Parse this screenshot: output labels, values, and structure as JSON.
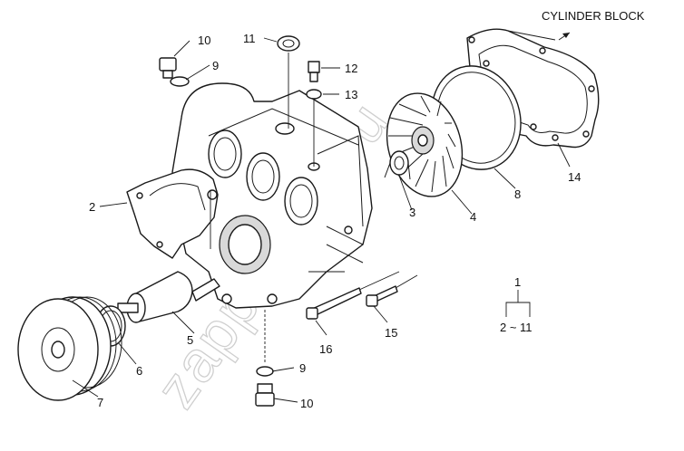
{
  "diagram": {
    "direction_label": "CYLINDER BLOCK",
    "callouts": {
      "c1": "1",
      "c2": "2",
      "c3": "3",
      "c4": "4",
      "c5": "5",
      "c6": "6",
      "c7": "7",
      "c8": "8",
      "c9a": "9",
      "c9b": "9",
      "c10a": "10",
      "c10b": "10",
      "c11": "11",
      "c12": "12",
      "c13": "13",
      "c14": "14",
      "c15": "15",
      "c16": "16"
    },
    "assembly_range": "2 ~ 11",
    "watermark": "zapp.zamt.ru"
  }
}
